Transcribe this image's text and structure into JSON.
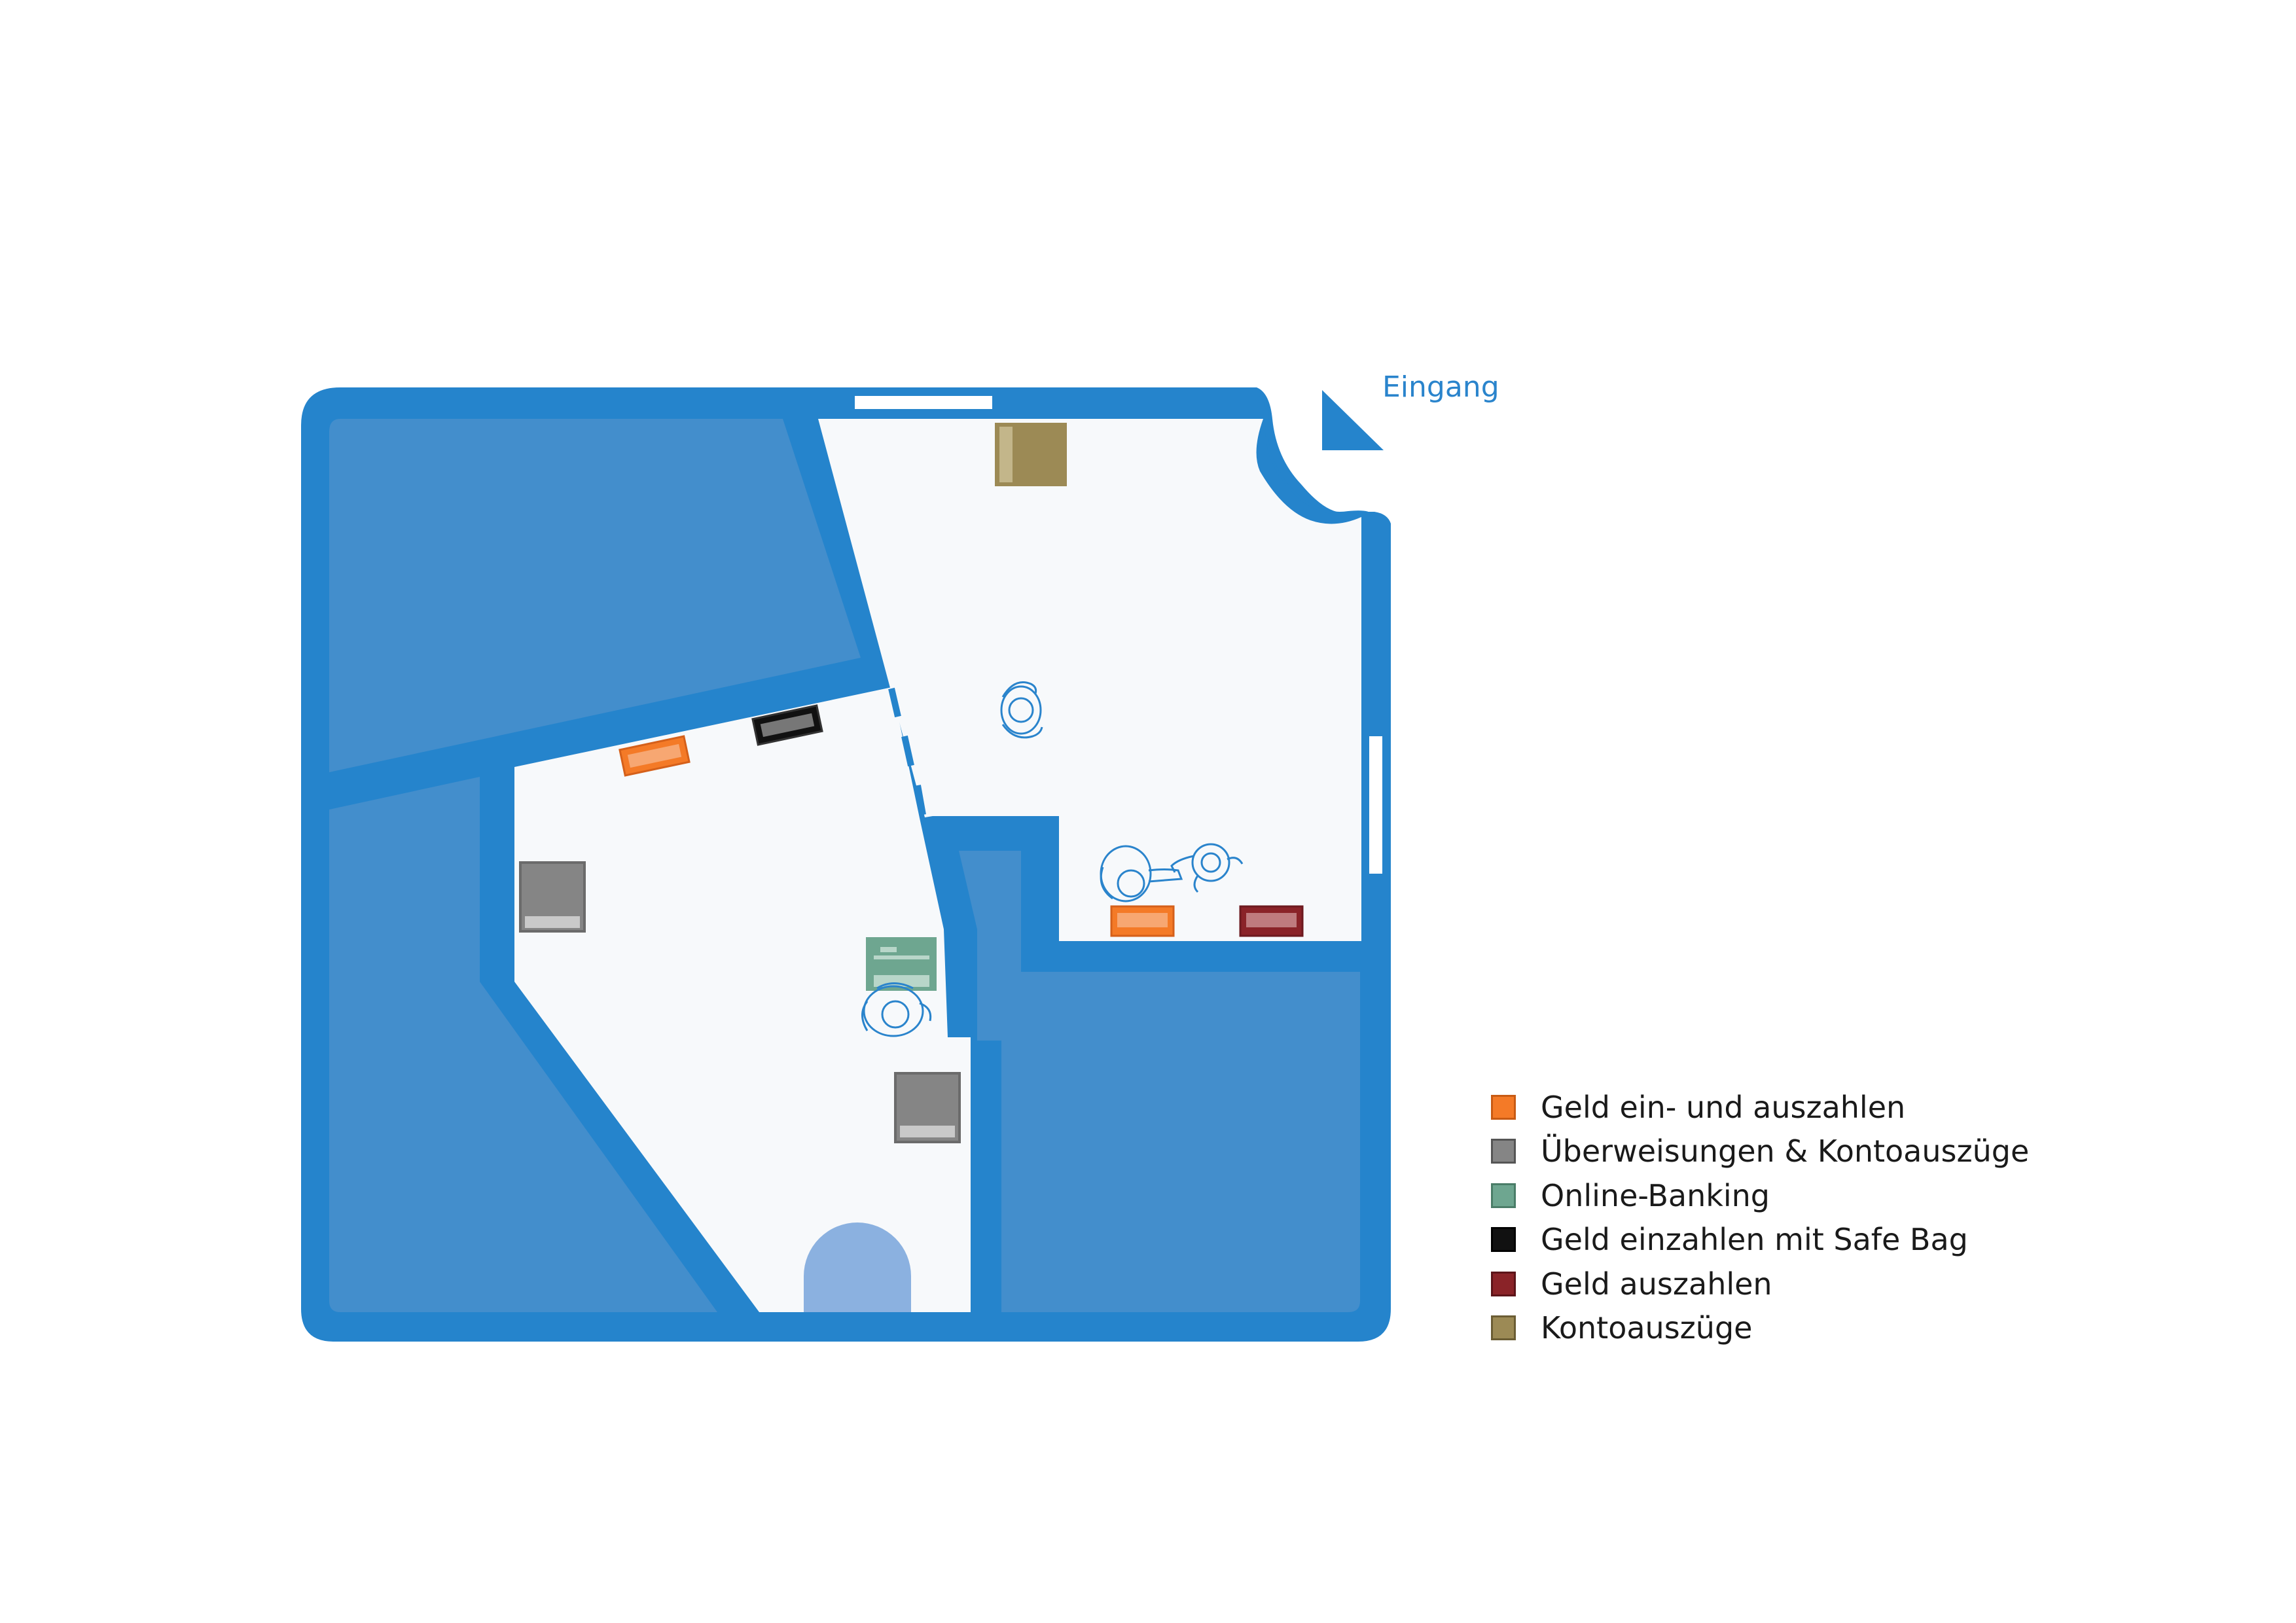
{
  "map": {
    "entrance_label": "Eingang",
    "colors": {
      "wall": "#2584cc",
      "blocked_area": "#438ecc",
      "floor": "#f7f9fb",
      "arch": "#8bb1e0"
    }
  },
  "legend": {
    "items": [
      {
        "label": "Geld ein- und auszahlen",
        "color": "#f47a27"
      },
      {
        "label": "Überweisungen & Kontoauszüge",
        "color": "#858585"
      },
      {
        "label": "Online-Banking",
        "color": "#6ea690"
      },
      {
        "label": "Geld einzahlen mit Safe Bag",
        "color": "#111111"
      },
      {
        "label": "Geld auszahlen",
        "color": "#8a2328"
      },
      {
        "label": "Kontoauszüge",
        "color": "#9c8a55"
      }
    ]
  }
}
